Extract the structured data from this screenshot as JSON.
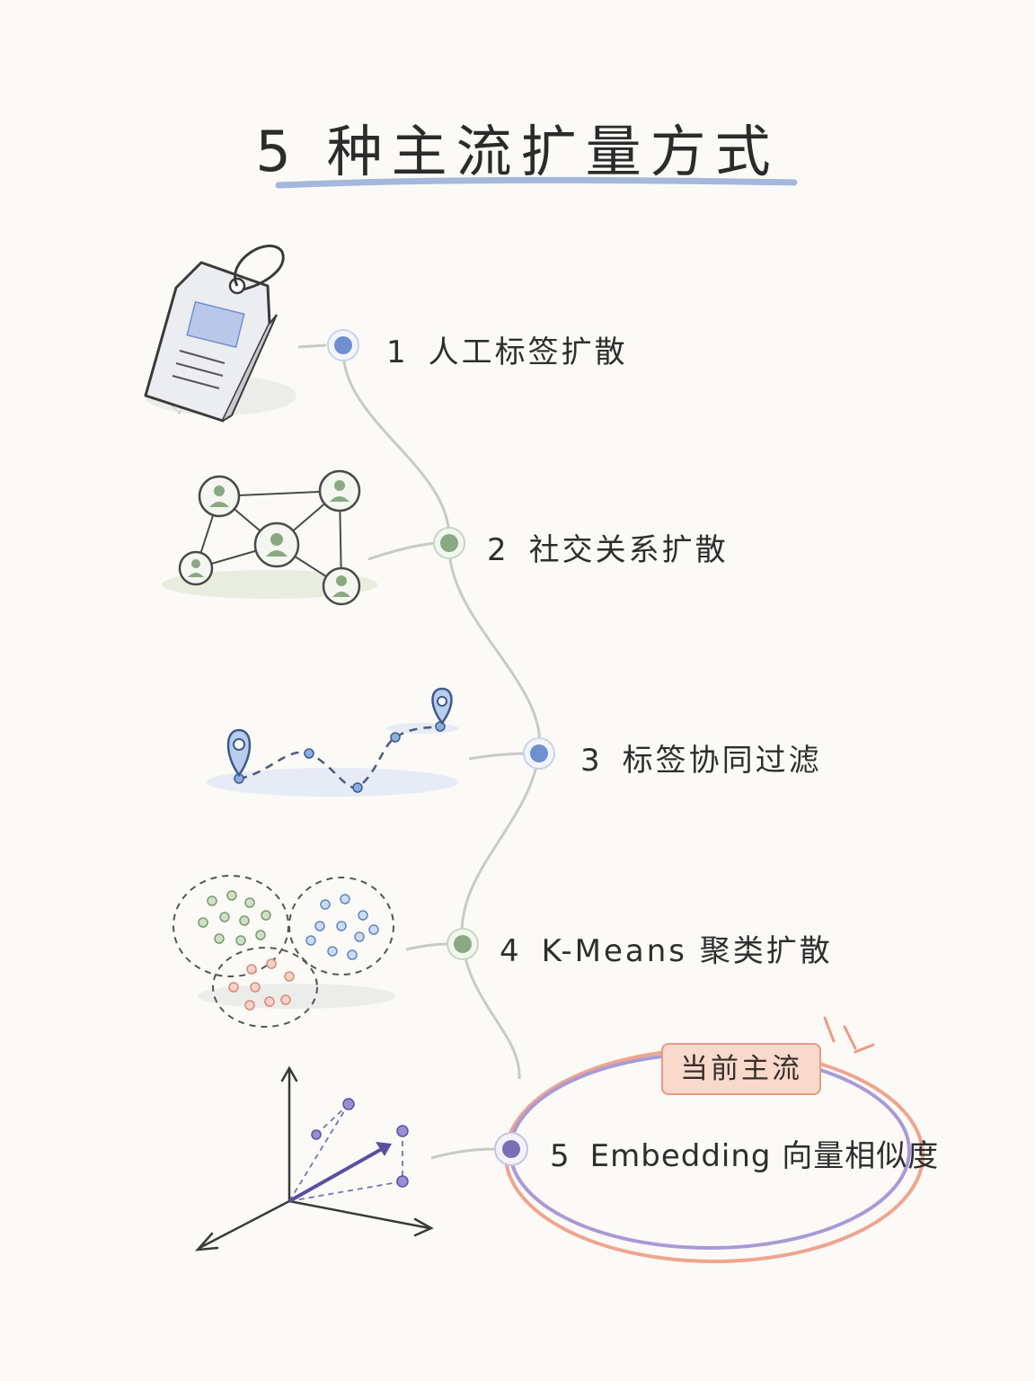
{
  "title": "5 种主流扩量方式",
  "steps": [
    {
      "num": "1",
      "label": "人工标签扩散"
    },
    {
      "num": "2",
      "label": "社交关系扩散"
    },
    {
      "num": "3",
      "label": "标签协同过滤"
    },
    {
      "num": "4",
      "label": "K-Means 聚类扩散"
    },
    {
      "num": "5",
      "label": "Embedding 向量相似度"
    }
  ],
  "highlight_badge": "当前主流",
  "colors": {
    "title_underline": "#8fa6d6",
    "timeline_line": "#c9c9c9",
    "node_blue": "#6f8fd0",
    "node_green": "#8aa882",
    "node_purple": "#7a6fb5",
    "highlight_orange": "#eea590",
    "highlight_purple": "#a99ad6",
    "cluster_green": "#9fbf94",
    "cluster_blue": "#8aaee0",
    "cluster_red": "#eaa89a"
  },
  "icons": [
    "tag-icon",
    "social-network-icon",
    "route-map-icon",
    "clusters-icon",
    "vector-axes-icon"
  ]
}
